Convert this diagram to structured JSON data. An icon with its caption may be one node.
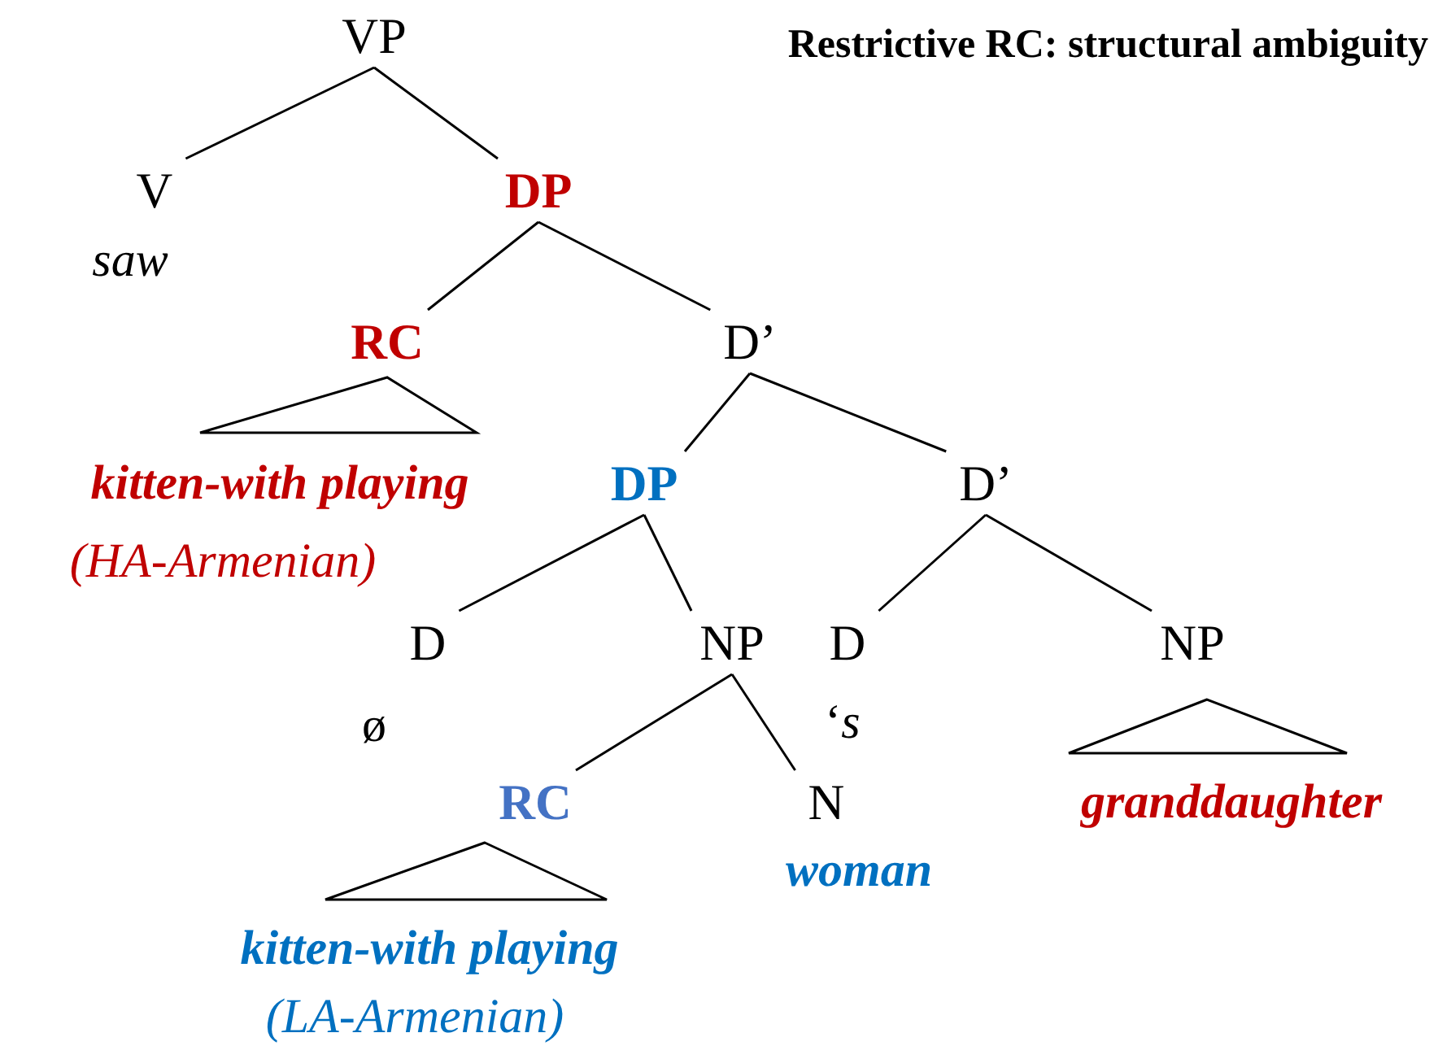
{
  "diagram": {
    "title": "Restrictive RC: structural ambiguity",
    "nodes": [
      {
        "text": [
          "VP"
        ]
      },
      {
        "text": [
          "V"
        ],
        "beside": [
          "saw"
        ]
      },
      {
        "text": [
          "DP"
        ]
      },
      {
        "text": [
          "RC"
        ]
      },
      {
        "text": [
          "D’"
        ]
      },
      {
        "text": [
          "DP"
        ]
      },
      {
        "text": [
          "D’"
        ]
      },
      {
        "text": [
          "D"
        ],
        "beside": [
          "ø"
        ]
      },
      {
        "text": [
          "NP"
        ]
      },
      {
        "text": [
          "D"
        ],
        "beside": [
          "‘*s*"
        ]
      },
      {
        "text": [
          "NP"
        ]
      },
      {
        "text": [
          "RC"
        ]
      },
      {
        "text": [
          "N"
        ],
        "beside": [
          "woman"
        ]
      },
      {
        "text": [],
        "shape": "triangle",
        "beside": [
          "kitten-with playing",
          "(HA-Armenian)"
        ]
      },
      {
        "text": [],
        "shape": "triangle",
        "beside": [
          "granddaughter"
        ]
      },
      {
        "text": [],
        "shape": "triangle",
        "beside": [
          "kitten-with playing",
          "(LA-Armenian)"
        ]
      }
    ],
    "edges": [
      {
        "from": 0,
        "to": 1,
        "arrow": "none"
      },
      {
        "from": 0,
        "to": 2,
        "arrow": "none"
      },
      {
        "from": 2,
        "to": 3,
        "arrow": "none"
      },
      {
        "from": 2,
        "to": 4,
        "arrow": "none"
      },
      {
        "from": 4,
        "to": 5,
        "arrow": "none"
      },
      {
        "from": 4,
        "to": 6,
        "arrow": "none"
      },
      {
        "from": 5,
        "to": 7,
        "arrow": "none"
      },
      {
        "from": 5,
        "to": 8,
        "arrow": "none"
      },
      {
        "from": 6,
        "to": 9,
        "arrow": "none"
      },
      {
        "from": 6,
        "to": 10,
        "arrow": "none"
      },
      {
        "from": 8,
        "to": 11,
        "arrow": "none"
      },
      {
        "from": 8,
        "to": 12,
        "arrow": "none"
      }
    ]
  }
}
